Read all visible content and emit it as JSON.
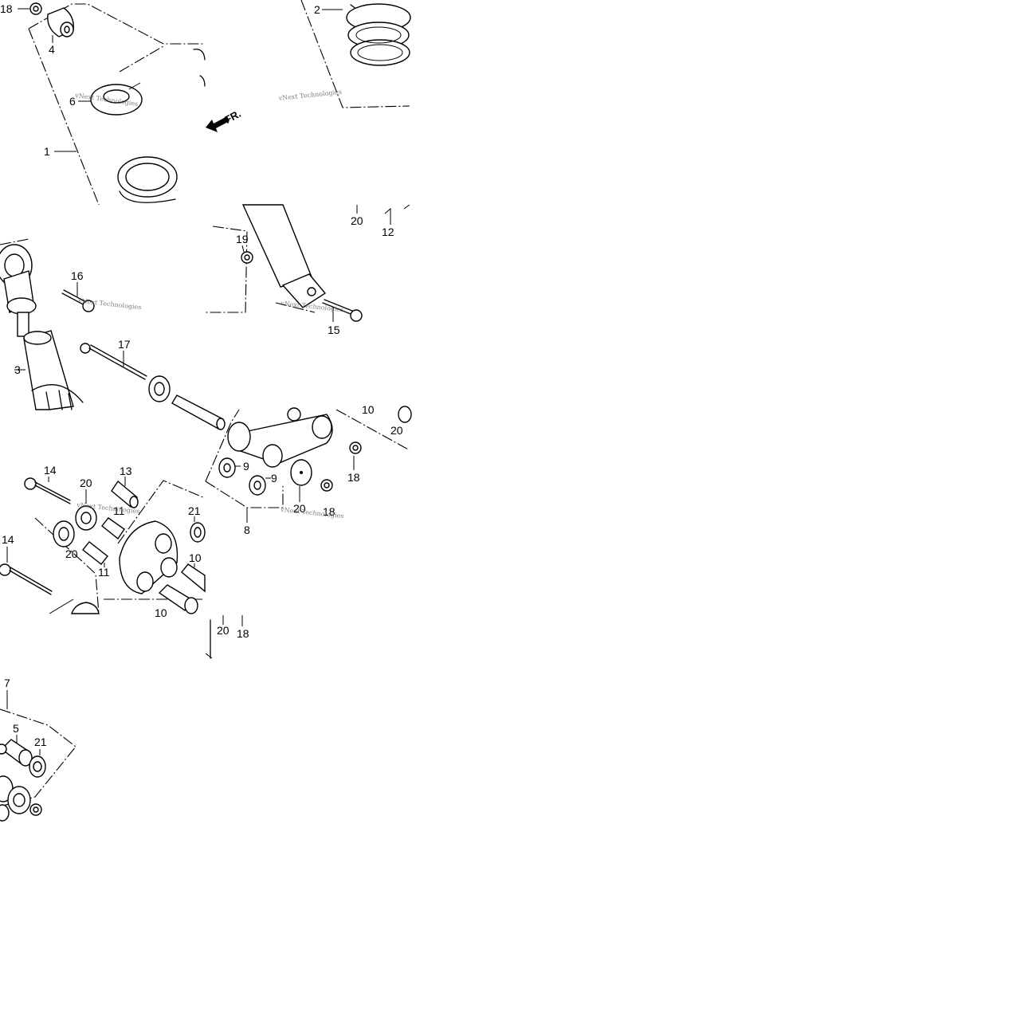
{
  "callouts": {
    "c18a": "18",
    "c4": "4",
    "c6": "6",
    "c1": "1",
    "c2": "2",
    "c20a": "20",
    "c12": "12",
    "c19": "19",
    "c15": "15",
    "c16": "16",
    "c17": "17",
    "c3": "3",
    "c10a": "10",
    "c20b": "20",
    "c9a": "9",
    "c9b": "9",
    "c18b": "18",
    "c20c": "20",
    "c18c": "18",
    "c8": "8",
    "c14a": "14",
    "c20d": "20",
    "c13": "13",
    "c11a": "11",
    "c21a": "21",
    "c14b": "14",
    "c20e": "20",
    "c11b": "11",
    "c10b": "10",
    "c10c": "10",
    "c20f": "20",
    "c18d": "18",
    "c7": "7",
    "c5": "5",
    "c21b": "21"
  },
  "direction_label": "FR.",
  "watermark": {
    "text": "vNext Technologies"
  }
}
